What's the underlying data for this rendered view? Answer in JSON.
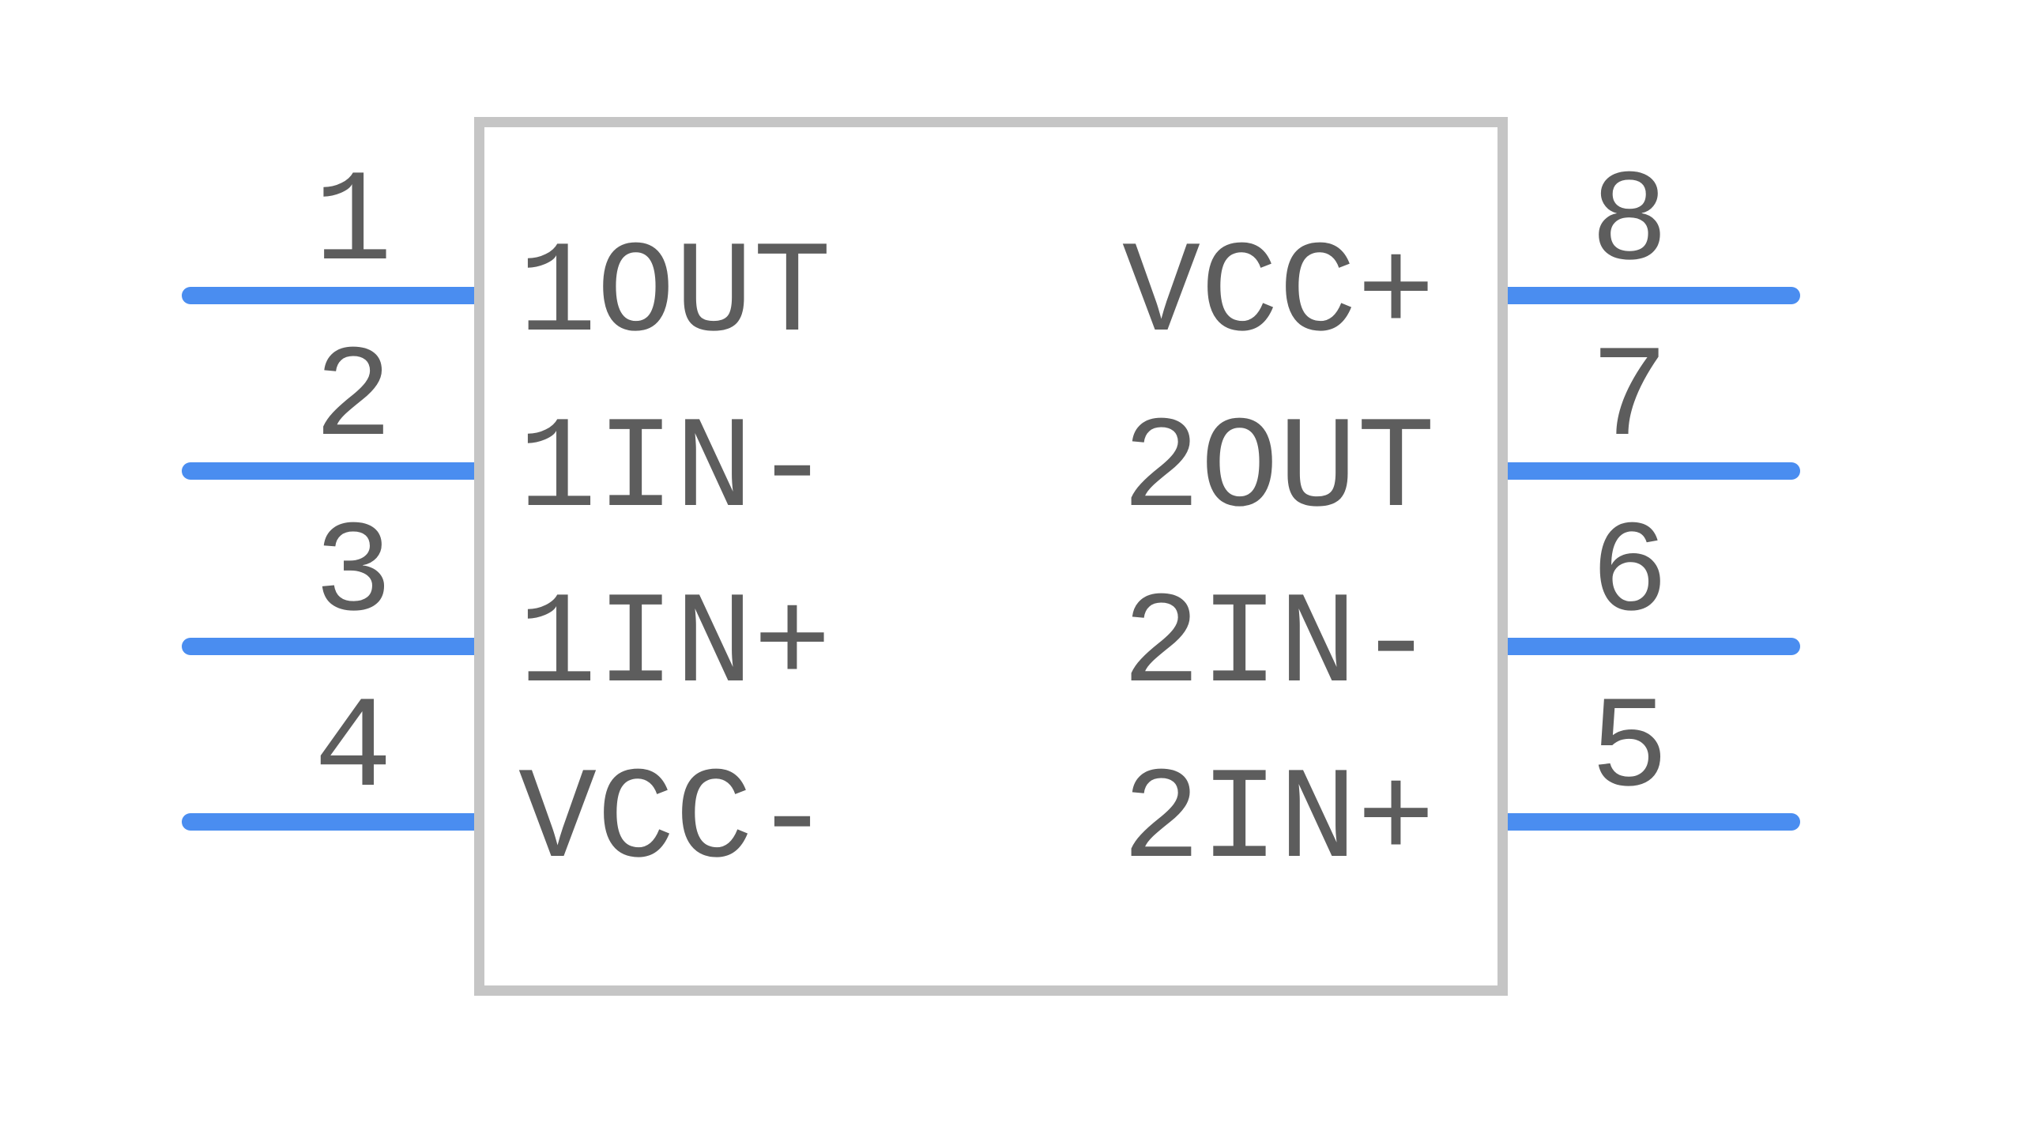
{
  "component": {
    "pins": {
      "left": [
        {
          "number": "1",
          "label": "1OUT"
        },
        {
          "number": "2",
          "label": "1IN-"
        },
        {
          "number": "3",
          "label": "1IN+"
        },
        {
          "number": "4",
          "label": "VCC-"
        }
      ],
      "right": [
        {
          "number": "8",
          "label": "VCC+"
        },
        {
          "number": "7",
          "label": "2OUT"
        },
        {
          "number": "6",
          "label": "2IN-"
        },
        {
          "number": "5",
          "label": "2IN+"
        }
      ]
    }
  },
  "colors": {
    "pin_line": "#4a8df0",
    "body_border": "#c5c5c5",
    "text": "#5d5d5d",
    "background": "#ffffff"
  }
}
